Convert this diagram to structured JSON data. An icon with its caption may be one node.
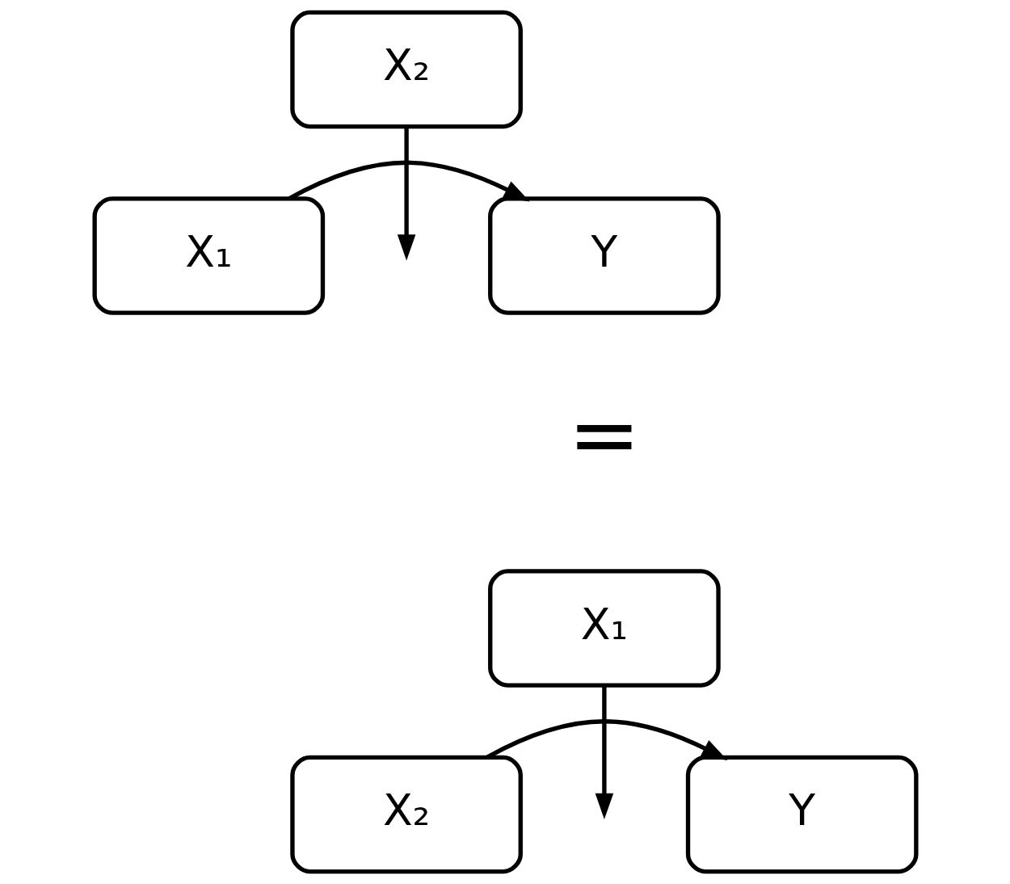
{
  "diagram": {
    "nodes": [
      {
        "text": [
          "X₂"
        ]
      },
      {
        "text": [
          "X₁"
        ]
      },
      {
        "text": [
          "Y"
        ]
      },
      {
        "text": [
          "X₁"
        ]
      },
      {
        "text": [
          "X₂"
        ]
      },
      {
        "text": [
          "Y"
        ]
      }
    ],
    "edges": [
      {
        "from": 1,
        "to": 2,
        "arrow": "to"
      },
      {
        "from": 0,
        "to": null,
        "arrow": "to"
      },
      {
        "from": 4,
        "to": 5,
        "arrow": "to"
      },
      {
        "from": 3,
        "to": null,
        "arrow": "to"
      }
    ],
    "labels": [
      "="
    ]
  }
}
